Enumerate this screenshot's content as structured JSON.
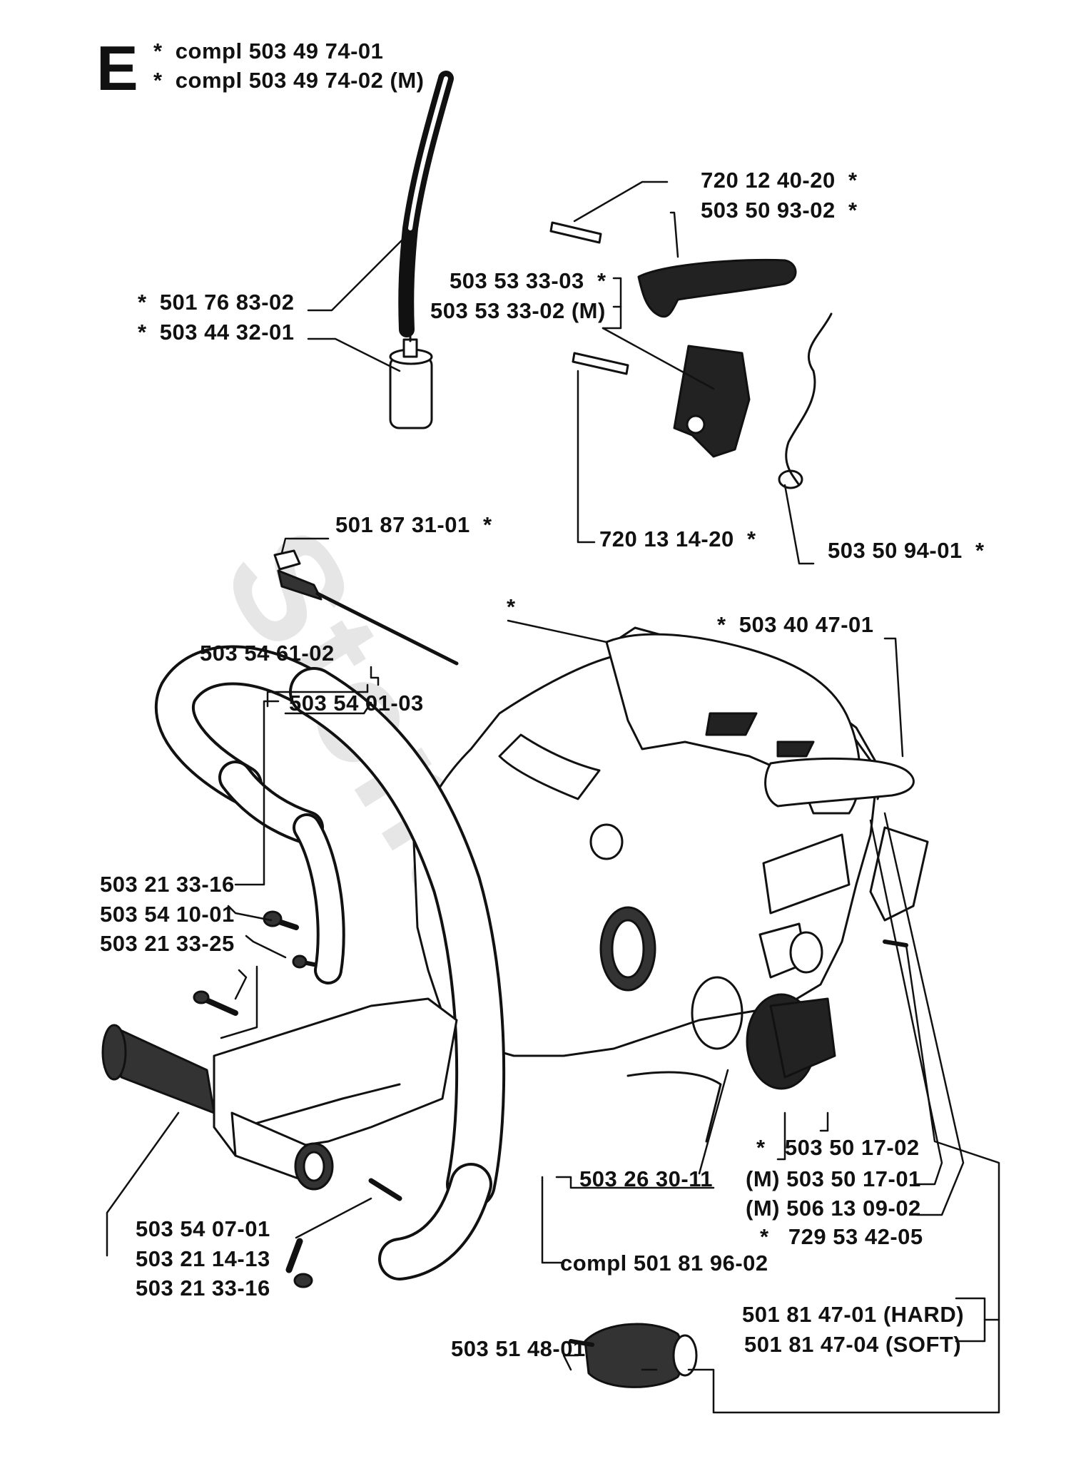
{
  "section": "E",
  "watermark": "Stens",
  "colors": {
    "ink": "#111111",
    "paper": "#ffffff",
    "watermark": "#e6e6e6"
  },
  "labels": {
    "compl_1": "*  compl 503 49 74-01",
    "compl_2": "*  compl 503 49 74-02 (M)",
    "p720_12_40_20": "720 12 40-20  *",
    "p503_50_93_02": "503 50 93-02  *",
    "p503_53_33_03": "503 53 33-03  *",
    "p503_53_33_02": "503 53 33-02 (M)",
    "p501_76_83_02": "*  501 76 83-02",
    "p503_44_32_01": "*  503 44 32-01",
    "p720_13_14_20": "720 13 14-20  *",
    "p503_50_94_01": "503 50 94-01  *",
    "p501_87_31_01": "501 87 31-01  *",
    "star_tank": "*",
    "p503_40_47_01": "*  503 40 47-01",
    "p503_54_61_02": "503 54 61-02",
    "p503_54_01_03": "503 54 01-03",
    "p503_21_33_16_a": "503 21 33-16",
    "p503_54_10_01": "503 54 10-01",
    "p503_21_33_25": "503 21 33-25",
    "p503_50_17_02": "*   503 50 17-02",
    "p503_26_30_11": "503 26 30-11",
    "p503_50_17_01": "(M) 503 50 17-01",
    "p506_13_09_02": "(M) 506 13 09-02",
    "p729_53_42_05": "*   729 53 42-05",
    "compl_501_81_96_02": "compl 501 81 96-02",
    "p503_54_07_01": "503 54 07-01",
    "p503_21_14_13": "503 21 14-13",
    "p503_21_33_16_b": "503 21 33-16",
    "p501_81_47_01": "501 81 47-01 (HARD)",
    "p501_81_47_04": "501 81 47-04 (SOFT)",
    "p503_51_48_01": "503 51 48-01"
  }
}
